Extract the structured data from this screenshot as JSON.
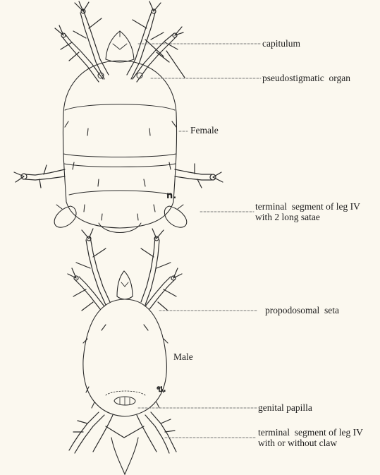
{
  "labels": {
    "capitulum": "capitulum",
    "pseudostigmatic_organ": "pseudostigmatic  organ",
    "female": "Female",
    "terminal_female_line1": "terminal  segment of leg IV",
    "terminal_female_line2": "with 2 long satae",
    "propodosomal_seta": "propodosomal  seta",
    "male": "Male",
    "genital_papilla": "genital papilla",
    "terminal_male_line1": "terminal  segment of leg IV",
    "terminal_male_line2": "with or without claw"
  },
  "marks": {
    "female_mark": "n.",
    "male_mark": "ข."
  },
  "colors": {
    "background": "#fbf8ef",
    "ink": "#2a2a2a",
    "leader": "#777777"
  }
}
